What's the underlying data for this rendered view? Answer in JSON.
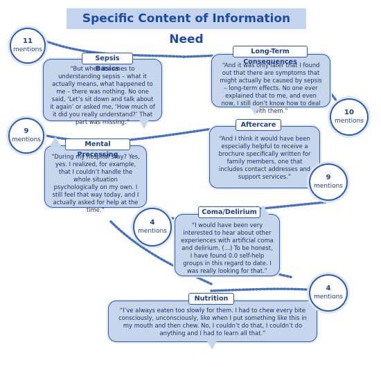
{
  "title": "Specific Content of Information Need",
  "categories": [
    {
      "id": "sepsis-basics",
      "label": "Sepsis Basics",
      "count": "11",
      "mentions": "mentions",
      "quote": "“But when it comes to understanding sepsis – what it actually means, what happened to me – there was nothing. No one said, ‘Let’s sit down and talk about it again’ or asked me, ‘How much of it did you really understand?’ That part was missing.”"
    },
    {
      "id": "long-term-consequences",
      "label": "Long-Term Consequences",
      "count": "10",
      "mentions": "mentions",
      "quote": "“And it was only later that I found out that there are symptoms that might actually be caused by sepsis – long-term effects. No one ever explained that to me, and even now, I still don’t know how to deal with them.”"
    },
    {
      "id": "mental-processing",
      "label": "Mental Processing",
      "count": "9",
      "mentions": "mentions",
      "quote": "“During my hospital stay? Yes, yes. I realized, for example, that I couldn’t handle the whole situation psychologically on my own. I still feel that way today, and I actually asked for help at the time.”"
    },
    {
      "id": "aftercare",
      "label": "Aftercare",
      "count": "9",
      "mentions": "mentions",
      "quote": "“And I think it would have been especially helpful to receive a brochure specifically written for family members, one that includes contact addresses and support services.”"
    },
    {
      "id": "coma-delirium",
      "label": "Coma/Delirium",
      "count": "4",
      "mentions": "mentions",
      "quote": "“I would have been very interested to hear about other experiences with artificial coma and delirium. (…) To be honest, I have found 0.0 self-help groups in this regard to date. I was really looking for that.”"
    },
    {
      "id": "nutrition",
      "label": "Nutrition",
      "count": "4",
      "mentions": "mentions",
      "quote": "“I’ve always eaten too slowly for them. I had to chew every bite consciously, unconsciously, like when I put something like this in my mouth and then chew. No, I couldn’t do that, I couldn’t do anything and I had to learn all that.”"
    }
  ]
}
